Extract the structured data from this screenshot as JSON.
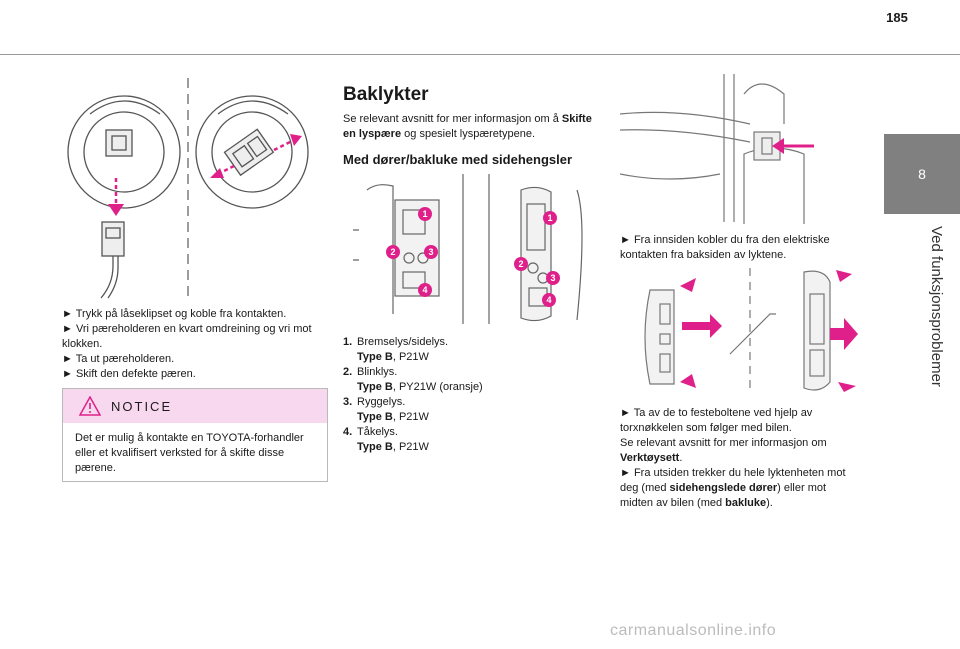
{
  "page_number": "185",
  "side_tab": {
    "number": "8",
    "title": "Ved funksjonsproblemer"
  },
  "left_col": {
    "steps": [
      "► Trykk på låseklipset og koble fra kontakten.",
      "► Vri pæreholderen en kvart omdreining og vri mot klokken.",
      "► Ta ut pæreholderen.",
      "► Skift den defekte pæren."
    ],
    "notice": {
      "title": "NOTICE",
      "text": "Det er mulig å kontakte en TOYOTA-forhandler eller et kvalifisert verksted for å skifte disse pærene."
    }
  },
  "middle_col": {
    "title": "Baklykter",
    "intro_a": "Se relevant avsnitt for mer informasjon om å",
    "intro_bold": "Skifte en lyspære",
    "intro_b": "og spesielt lyspæretypene.",
    "subtitle": "Med dører/bakluke med sidehengsler",
    "callouts": [
      "1",
      "2",
      "3",
      "4"
    ],
    "items": [
      {
        "n": "1.",
        "name": "Bremselys/sidelys.",
        "type_label": "Type B",
        "type_value": ", P21W"
      },
      {
        "n": "2.",
        "name": "Blinklys.",
        "type_label": "Type B",
        "type_value": ", PY21W (oransje)"
      },
      {
        "n": "3.",
        "name": "Ryggelys.",
        "type_label": "Type B",
        "type_value": ", P21W"
      },
      {
        "n": "4.",
        "name": "Tåkelys.",
        "type_label": "Type B",
        "type_value": ", P21W"
      }
    ]
  },
  "right_col": {
    "step1": "► Fra innsiden kobler du fra den elektriske kontakten fra baksiden av lyktene.",
    "step2": "► Ta av de to festeboltene ved hjelp av torxnøkkelen som følger med bilen.",
    "ref_a": "Se relevant avsnitt for mer informasjon om",
    "ref_bold": "Verktøysett",
    "ref_b": ".",
    "step3_a": "► Fra utsiden trekker du hele lyktenheten mot deg (med",
    "step3_bold1": "sidehengslede dører",
    "step3_b": ") eller mot midten av bilen (med",
    "step3_bold2": "bakluke",
    "step3_c": ")."
  },
  "watermark": "carmanualsonline.info",
  "colors": {
    "accent": "#e0208a",
    "tab": "#808080",
    "notice_bg": "#f8d8ef"
  }
}
